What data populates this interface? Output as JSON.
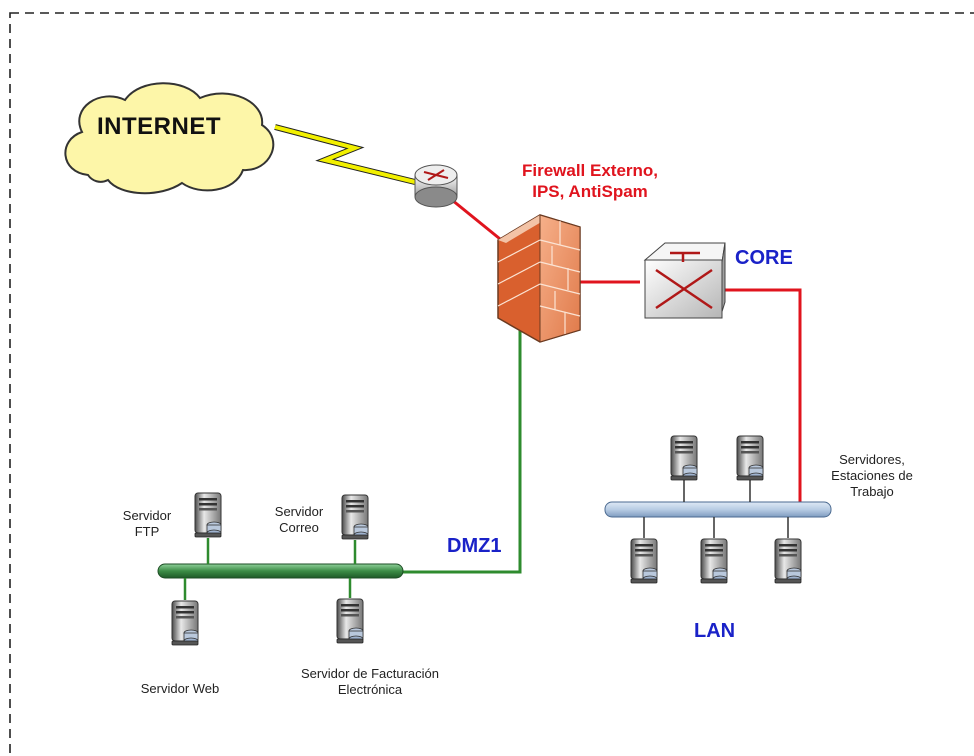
{
  "labels": {
    "internet": "INTERNET",
    "firewall_line1": "Firewall Externo,",
    "firewall_line2": "IPS, AntiSpam",
    "core": "CORE",
    "dmz": "DMZ1",
    "lan": "LAN",
    "servidor_ftp_line1": "Servidor",
    "servidor_ftp_line2": "FTP",
    "servidor_correo_line1": "Servidor",
    "servidor_correo_line2": "Correo",
    "servidor_web": "Servidor Web",
    "servidor_facturacion_line1": "Servidor de Facturación",
    "servidor_facturacion_line2": "Electrónica",
    "servidores_line1": "Servidores,",
    "servidores_line2": "Estaciones de",
    "servidores_line3": "Trabajo"
  },
  "colors": {
    "red_link": "#e0141e",
    "green_link": "#2e8b2e",
    "dmz_bus": "#3c8c46",
    "lan_bus": "#b8cce4",
    "cloud_fill": "#fdf6a8",
    "label_blue": "#1a22c8",
    "label_red": "#e0141e"
  },
  "icons": [
    "cloud-icon",
    "lightning-link-icon",
    "router-icon",
    "firewall-icon",
    "core-switch-icon",
    "server-icon"
  ]
}
